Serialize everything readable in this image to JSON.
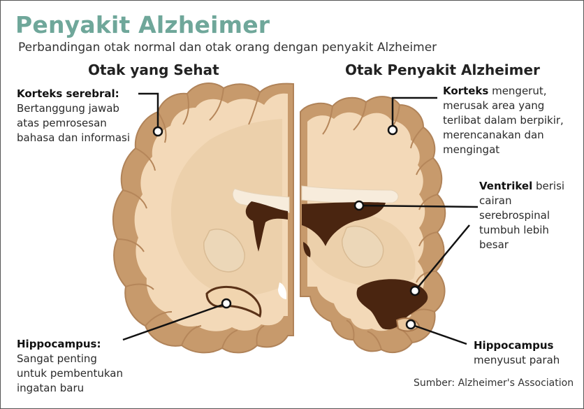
{
  "title": "Penyakit Alzheimer",
  "subtitle": "Perbandingan otak normal dan otak orang dengan penyakit Alzheimer",
  "left_heading": "Otak yang Sehat",
  "right_heading": "Otak Penyakit Alzheimer",
  "labels": {
    "cortex_left": {
      "bold": "Korteks serebral:",
      "lines": [
        "Bertanggung jawab",
        "atas pemrosesan",
        "bahasa dan informasi"
      ]
    },
    "hippo_left": {
      "bold": "Hippocampus:",
      "lines": [
        "Sangat penting",
        "untuk pembentukan",
        "ingatan baru"
      ]
    },
    "cortex_right": {
      "bold": "Korteks",
      "rest": " mengerut,",
      "lines": [
        "merusak area yang",
        "terlibat dalam berpikir,",
        "merencanakan dan",
        "mengingat"
      ]
    },
    "ventricle_right": {
      "bold": "Ventrikel",
      "rest": " berisi",
      "lines": [
        "cairan",
        "serebrospinal",
        "tumbuh lebih",
        "besar"
      ]
    },
    "hippo_right": {
      "bold": "Hippocampus",
      "lines": [
        "menyusut parah"
      ]
    }
  },
  "source": "Sumber: Alzheimer's Association",
  "colors": {
    "title": "#6fa79a",
    "brain_outer": "#c79a6c",
    "brain_inner": "#f3d9b8",
    "brain_core": "#ecd0ab",
    "white_matter": "#f7ecdc",
    "ventricle": "#4a2510",
    "leader_line": "#111111"
  }
}
